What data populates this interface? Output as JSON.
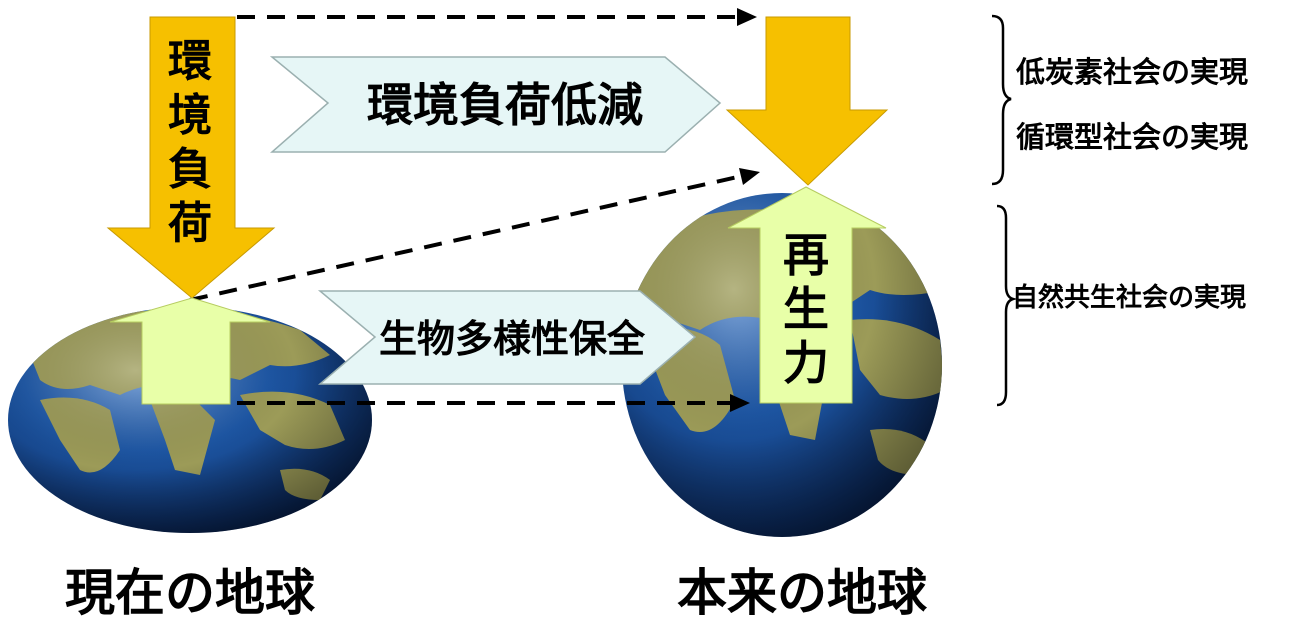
{
  "diagram": {
    "current_earth_label": "現在の地球",
    "ideal_earth_label": "本来の地球",
    "environmental_load_vertical": [
      "環",
      "境",
      "負",
      "荷"
    ],
    "regeneration_vertical": [
      "再",
      "生",
      "力"
    ],
    "load_reduction_label": "環境負荷低減",
    "biodiversity_label": "生物多様性保全",
    "brace_labels": {
      "low_carbon": "低炭素社会の実現",
      "recycling": "循環型社会の実現",
      "nature_symbiosis": "自然共生社会の実現"
    }
  },
  "colors": {
    "load_arrow": "#f6c000",
    "regen_arrow": "#e8ffa8",
    "banner_fill": "#e6f6f6",
    "ocean": "#1b4f97",
    "land": "#9a9a52",
    "text": "#000000"
  },
  "icons": {
    "earth": "globe-icon"
  }
}
